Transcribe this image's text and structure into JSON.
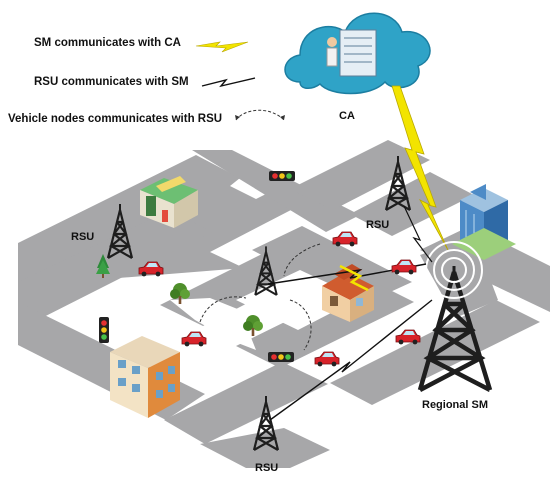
{
  "legend": {
    "sm_ca": "SM communicates with CA",
    "rsu_sm": "RSU communicates with SM",
    "vehicle_rsu": "Vehicle nodes communicates with RSU"
  },
  "nodes": {
    "ca": "CA",
    "rsu_top_left": "RSU",
    "rsu_top_right": "RSU",
    "rsu_bottom": "RSU",
    "regional_sm": "Regional SM"
  },
  "colors": {
    "road": "#a7a7a9",
    "lightning": "#f2e400",
    "cloud": "#2fa3c7",
    "car": "#d8232a",
    "tower": "#1e1e1e"
  }
}
